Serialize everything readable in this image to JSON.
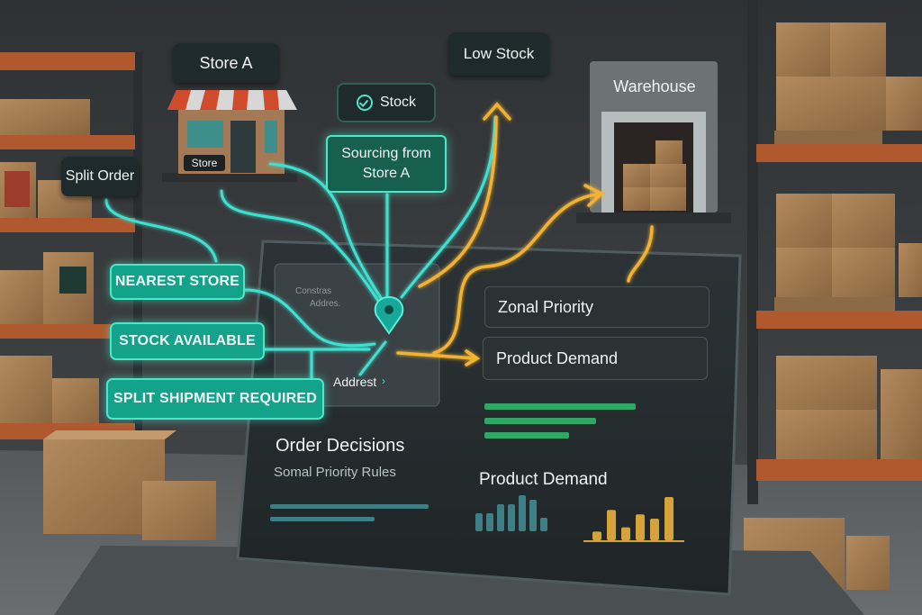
{
  "labels": {
    "store_a": "Store A",
    "store_sign": "Store",
    "split_order": "Split Order",
    "stock": "Stock",
    "sourcing": [
      "Sourcing from",
      "Store A"
    ],
    "low_stock": "Low Stock",
    "warehouse": "Warehouse"
  },
  "decision_tags": [
    "NEAREST STORE",
    "STOCK AVAILABLE",
    "SPLIT SHIPMENT REQUIRED"
  ],
  "map": {
    "faint_line1": "Constras",
    "faint_line2": "Addres.",
    "address": "Addrest"
  },
  "screen": {
    "order_decisions": "Order Decisions",
    "priority_rules": "Somal Priority Rules",
    "zonal_priority": "Zonal Priority",
    "product_demand_row": "Product Demand",
    "product_demand_title": "Product Demand"
  },
  "green_bars": [
    0.84,
    0.62,
    0.47
  ],
  "teal_bars": [
    4,
    4,
    6,
    6,
    8,
    7,
    3
  ],
  "gold_bars": [
    2,
    7,
    3,
    6,
    5,
    10
  ],
  "colors": {
    "teal_line": "#3fe0d0",
    "gold_line": "#f2b233",
    "tag_green": "#13a28a",
    "bar_green": "#2fa865",
    "bar_teal": "#3e7f86",
    "bar_gold": "#d6a23a"
  }
}
